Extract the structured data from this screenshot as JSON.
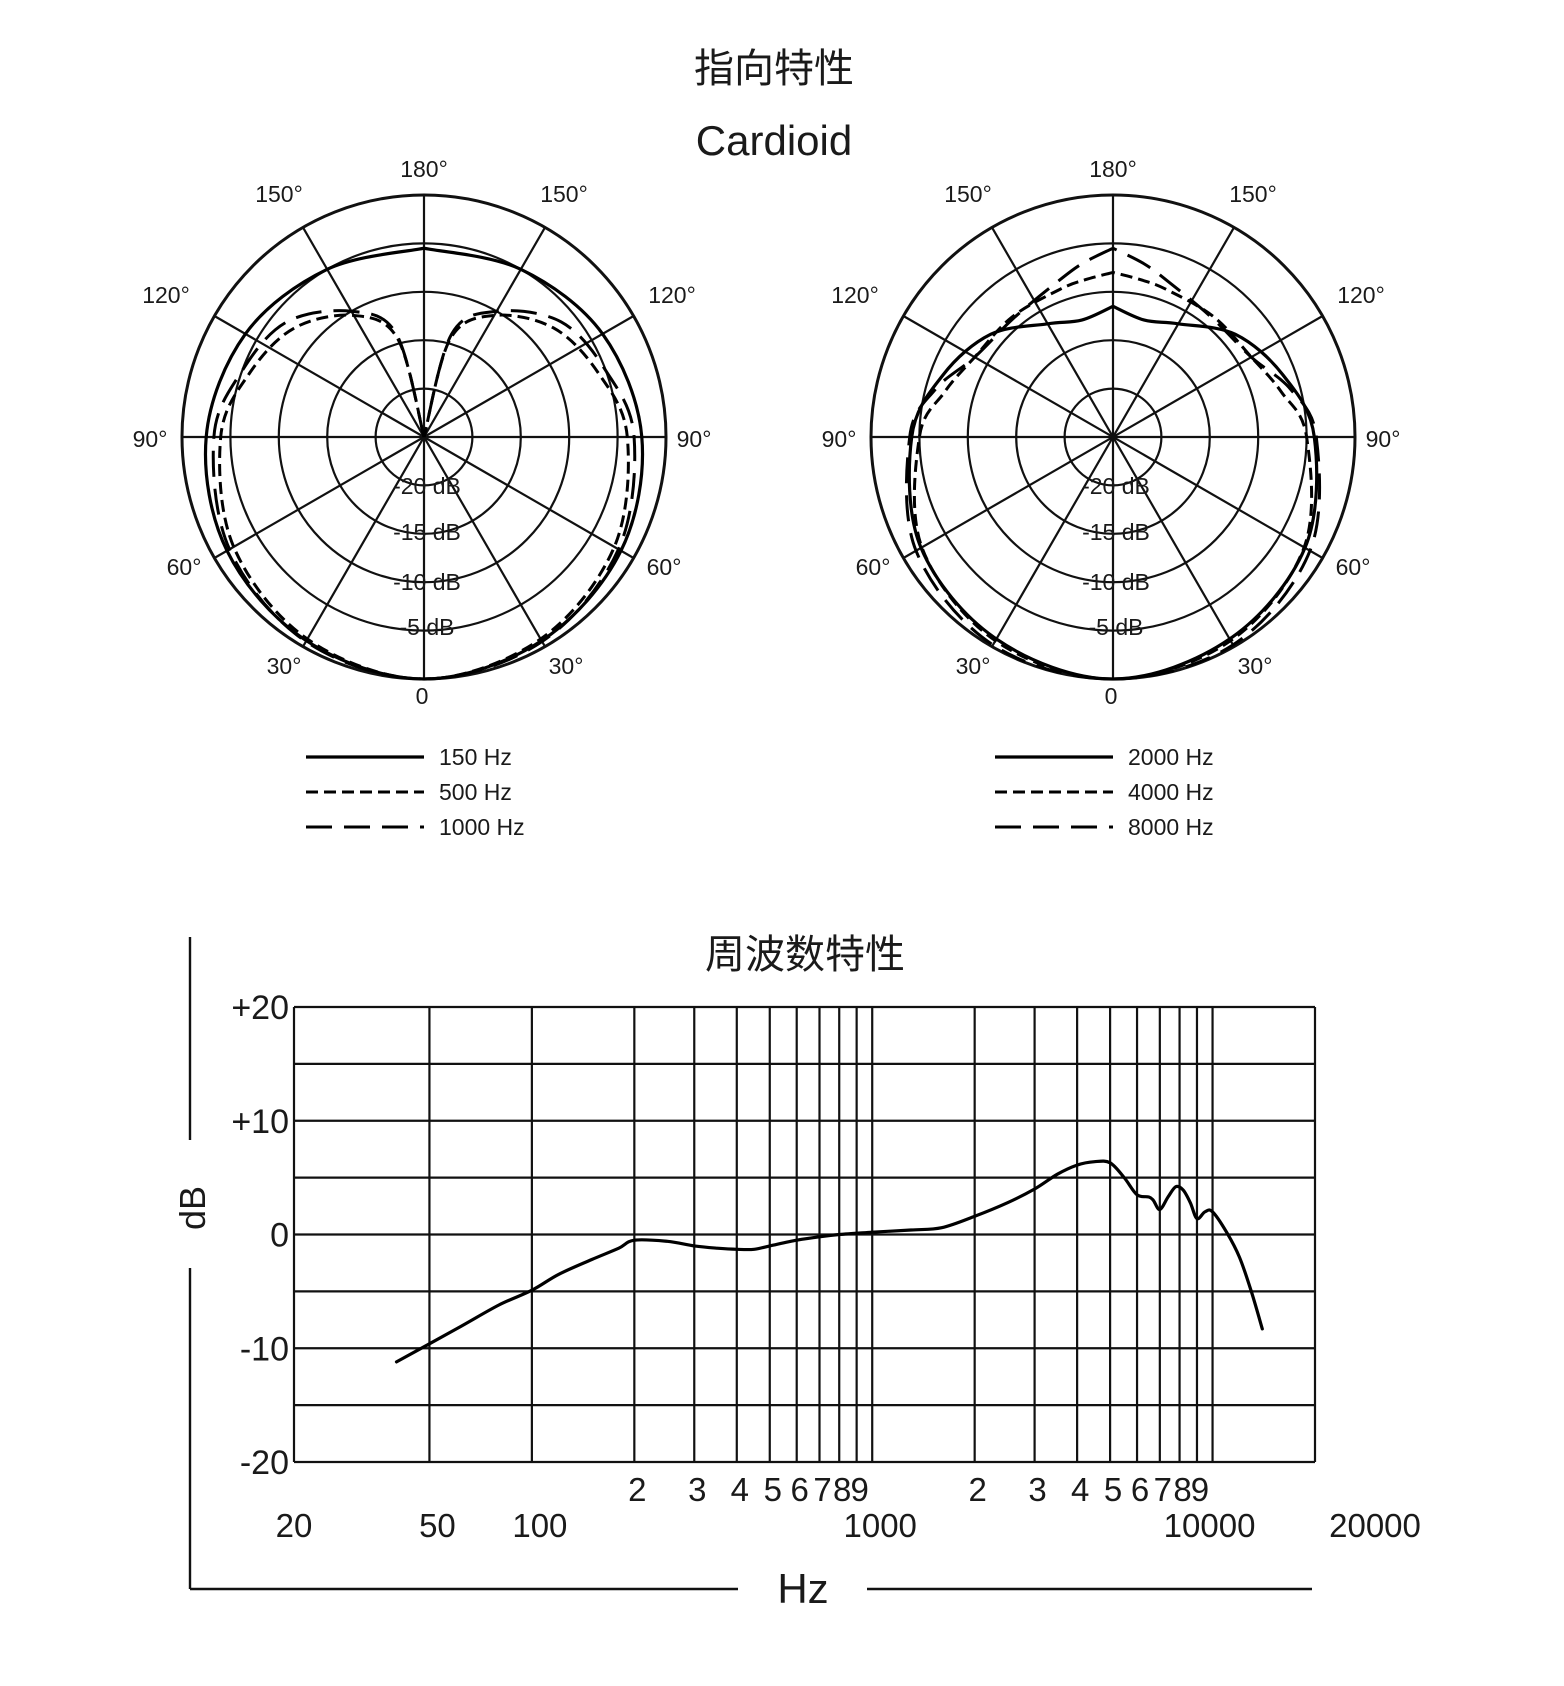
{
  "headings": {
    "polar_title": "指向特性",
    "polar_subtitle": "Cardioid",
    "freq_title": "周波数特性"
  },
  "chart_data": [
    {
      "type": "polar",
      "angle_labels": [
        "180°",
        "150°",
        "150°",
        "120°",
        "120°",
        "90°",
        "90°",
        "60°",
        "60°",
        "30°",
        "30°",
        "0"
      ],
      "ring_labels": [
        "-20 dB",
        "-15 dB",
        "-10 dB",
        "-5 dB"
      ],
      "rlim": [
        -25,
        0
      ],
      "series": [
        {
          "name": "150 Hz",
          "style": "solid",
          "angles": [
            0,
            30,
            60,
            90,
            120,
            150,
            180
          ],
          "values": [
            0,
            -0.7,
            -1.5,
            -2.5,
            -3.7,
            -5.0,
            -5.5
          ]
        },
        {
          "name": "500 Hz",
          "style": "dashed",
          "angles": [
            0,
            30,
            60,
            90,
            110,
            130,
            150,
            165,
            180
          ],
          "values": [
            0,
            -0.9,
            -2.3,
            -4.0,
            -5.8,
            -7.5,
            -10.5,
            -14.5,
            -25
          ]
        },
        {
          "name": "1000 Hz",
          "style": "long-dashed",
          "angles": [
            0,
            30,
            60,
            90,
            110,
            130,
            150,
            165,
            180
          ],
          "values": [
            0,
            -0.6,
            -1.8,
            -3.3,
            -5.0,
            -6.5,
            -10.0,
            -14.0,
            -25
          ]
        }
      ]
    },
    {
      "type": "polar",
      "angle_labels": [
        "180°",
        "150°",
        "150°",
        "120°",
        "120°",
        "90°",
        "90°",
        "60°",
        "60°",
        "30°",
        "30°",
        "0"
      ],
      "ring_labels": [
        "-20 dB",
        "-15 dB",
        "-10 dB",
        "-5 dB"
      ],
      "rlim": [
        -25,
        0
      ],
      "series": [
        {
          "name": "2000 Hz",
          "style": "solid",
          "angles": [
            0,
            30,
            60,
            90,
            110,
            130,
            150,
            165,
            180
          ],
          "values": [
            0,
            -0.9,
            -2.1,
            -4.2,
            -6.3,
            -8.5,
            -11.5,
            -12.5,
            -11.5
          ]
        },
        {
          "name": "4000 Hz",
          "style": "dashed",
          "angles": [
            0,
            30,
            60,
            90,
            105,
            120,
            140,
            160,
            170,
            180
          ],
          "values": [
            0,
            -0.7,
            -2.2,
            -5.0,
            -7.0,
            -8.5,
            -8.8,
            -8.8,
            -8.5,
            -8.0
          ]
        },
        {
          "name": "8000 Hz",
          "style": "long-dashed",
          "angles": [
            0,
            30,
            60,
            90,
            105,
            120,
            140,
            160,
            170,
            180
          ],
          "values": [
            0,
            -0.2,
            -1.5,
            -4.0,
            -6.0,
            -8.5,
            -9.0,
            -8.0,
            -6.8,
            -5.5
          ]
        }
      ]
    },
    {
      "type": "line",
      "title": "周波数特性",
      "xlabel": "Hz",
      "ylabel": "dB",
      "x_scale": "log",
      "xlim": [
        20,
        20000
      ],
      "ylim": [
        -20,
        20
      ],
      "y_tick_labels": [
        "+20",
        "+10",
        "0",
        "-10",
        "-20"
      ],
      "x_tick_labels_major": [
        "20",
        "50",
        "100",
        "1000",
        "10000",
        "20000"
      ],
      "x_tick_labels_minor": [
        "2",
        "3",
        "4",
        "5",
        "6",
        "7",
        "8",
        "9",
        "2",
        "3",
        "4",
        "5",
        "6",
        "7",
        "8",
        "9"
      ],
      "series": [
        {
          "name": "",
          "x": [
            40,
            60,
            80,
            100,
            120,
            150,
            180,
            200,
            250,
            300,
            350,
            400,
            450,
            500,
            600,
            700,
            800,
            1000,
            1300,
            1600,
            2000,
            2500,
            3000,
            3500,
            4000,
            4500,
            5000,
            5500,
            6000,
            6500,
            6700,
            7000,
            7400,
            7800,
            8200,
            8600,
            9000,
            9500,
            10000,
            11000,
            12000,
            13000,
            14000
          ],
          "y": [
            -11.2,
            -8.3,
            -6.2,
            -4.9,
            -3.5,
            -2.2,
            -1.2,
            -0.5,
            -0.6,
            -1.0,
            -1.2,
            -1.3,
            -1.3,
            -1.0,
            -0.5,
            -0.2,
            0,
            0.2,
            0.4,
            0.6,
            1.6,
            2.8,
            4.0,
            5.3,
            6.1,
            6.4,
            6.3,
            5.0,
            3.5,
            3.3,
            3.0,
            2.2,
            3.3,
            4.2,
            3.9,
            2.8,
            1.4,
            2.0,
            2.0,
            0.2,
            -2.0,
            -5.0,
            -8.3
          ]
        }
      ]
    }
  ]
}
